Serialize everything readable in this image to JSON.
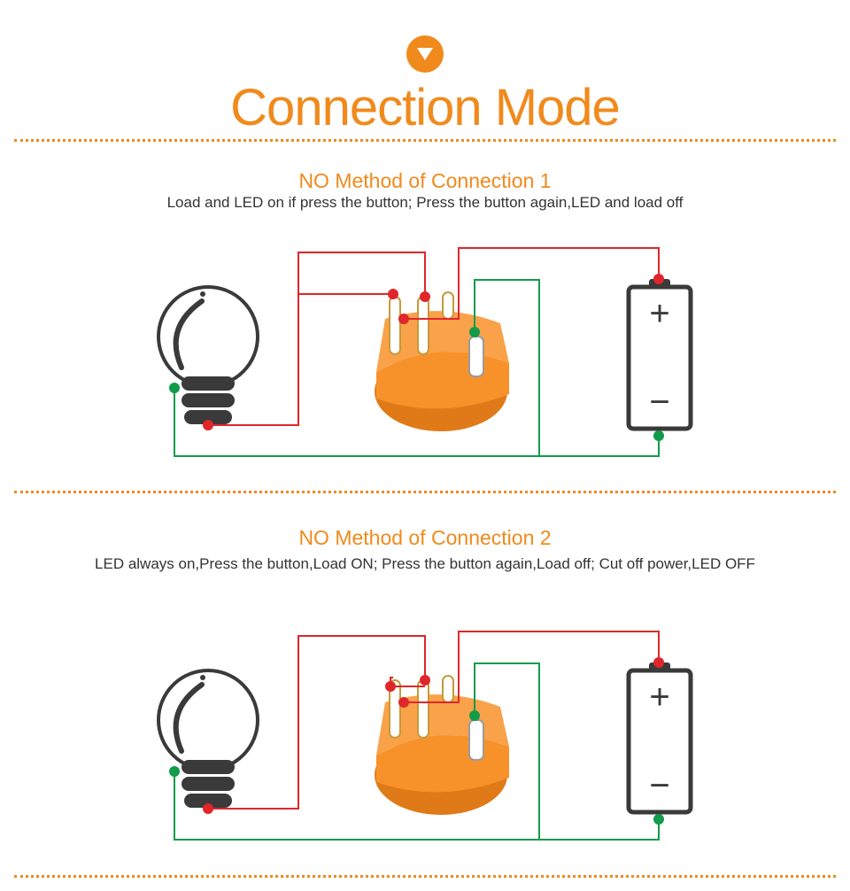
{
  "header": {
    "icon": "chevron-down-icon",
    "title": "Connection Mode"
  },
  "colors": {
    "accent": "#f08a1c",
    "wire_red": "#e0262b",
    "wire_green": "#129b4a",
    "switch_body": "#f7922a",
    "outline": "#3a3a3a"
  },
  "sections": [
    {
      "title": "NO  Method of Connection 1",
      "description": "Load and LED on if press the button;  Press the button again,LED and load off",
      "battery": {
        "plus": "+",
        "minus": "−"
      }
    },
    {
      "title": "NO  Method of Connection 2",
      "description": "LED always on,Press the button,Load ON;  Press the button again,Load off;   Cut off power,LED OFF",
      "battery": {
        "plus": "+",
        "minus": "−"
      }
    }
  ]
}
